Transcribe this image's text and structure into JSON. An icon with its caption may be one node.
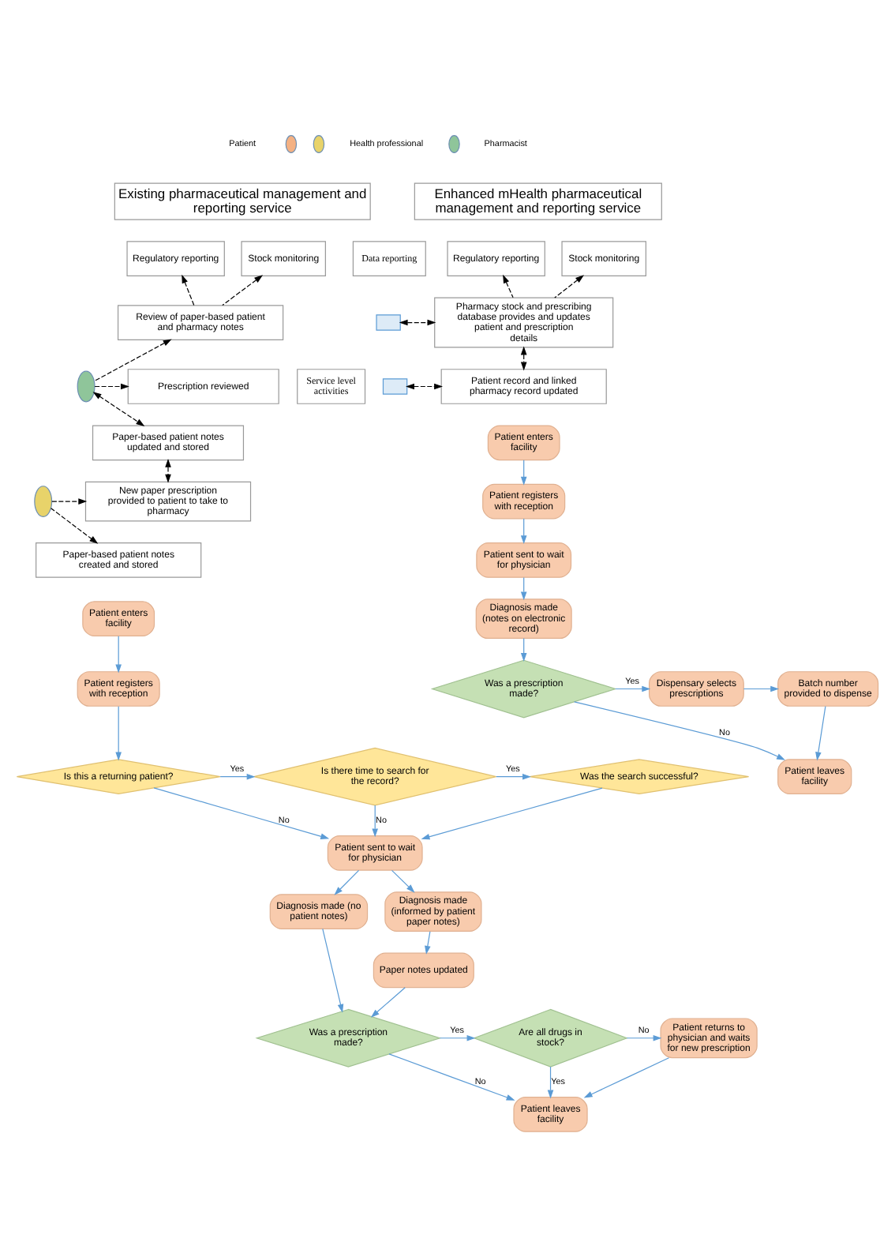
{
  "diagram": {
    "nodes": [
      {
        "text": [
          "Existing pharmaceutical management and reporting service"
        ]
      },
      {
        "text": [
          "Data reporting"
        ]
      },
      {
        "text": [
          "Regulatory reporting"
        ]
      },
      {
        "text": [
          "Stock monitoring"
        ]
      },
      {
        "text": [
          "Review of paper-based patient and pharmacy notes"
        ]
      },
      {
        "text": [
          "Service level activities"
        ]
      },
      {
        "text": [],
        "shape": "person"
      },
      {
        "text": [
          "Prescription reviewed"
        ]
      },
      {
        "text": [
          "Paper-based patient notes updated and stored"
        ]
      },
      {
        "text": [],
        "shape": "person"
      },
      {
        "text": [
          "New paper prescription provided to patient to take to pharmacy"
        ]
      },
      {
        "text": [
          "Paper-based patient notes created and stored"
        ]
      },
      {
        "text": [
          "Patient enters facility"
        ]
      },
      {
        "text": [
          "Patient registers with reception"
        ]
      },
      {
        "text": [
          "Is this a returning patient?"
        ]
      },
      {
        "text": [
          "Is there time to search for the record?"
        ]
      },
      {
        "text": [
          "Was the search successful?"
        ]
      },
      {
        "text": [
          "Patient sent to wait for physician"
        ]
      },
      {
        "text": [
          "Diagnosis made (no patient notes)"
        ]
      },
      {
        "text": [
          "Diagnosis made (informed by patient paper notes)"
        ]
      },
      {
        "text": [
          "Paper notes updated"
        ]
      },
      {
        "text": [
          "Was a prescription made?"
        ]
      },
      {
        "text": [
          "Are all drugs in stock?"
        ]
      },
      {
        "text": [
          "Patient returns to physician and waits for new prescription"
        ]
      },
      {
        "text": [
          "Patient leaves facility"
        ]
      },
      {
        "text": [
          "Enhanced mHealth pharmaceutical management and reporting service"
        ]
      },
      {
        "text": [
          "Regulatory reporting"
        ]
      },
      {
        "text": [
          "Stock monitoring"
        ]
      },
      {
        "text": [],
        "shape": "box"
      },
      {
        "text": [
          "Pharmacy stock and prescribing database provides and updates patient and prescription details"
        ]
      },
      {
        "text": [],
        "shape": "box"
      },
      {
        "text": [
          "Patient record and linked pharmacy record updated"
        ]
      },
      {
        "text": [
          "Patient enters facility"
        ]
      },
      {
        "text": [
          "Patient registers with reception"
        ]
      },
      {
        "text": [
          "Patient sent to wait for physician"
        ]
      },
      {
        "text": [
          "Diagnosis made (notes on electronic record)"
        ]
      },
      {
        "text": [
          "Was a prescription made?"
        ]
      },
      {
        "text": [
          "Dispensary selects prescriptions"
        ]
      },
      {
        "text": [
          "Batch number provided to dispense"
        ]
      },
      {
        "text": [
          "Patient leaves facility"
        ]
      }
    ],
    "edges": [
      {
        "from": 4,
        "to": 2,
        "arrow": "to",
        "style": "dashed",
        "color": "#000000"
      },
      {
        "from": 4,
        "to": 3,
        "arrow": "to",
        "style": "dashed",
        "color": "#000000"
      },
      {
        "from": 6,
        "to": 4,
        "arrow": "to",
        "style": "dashed",
        "color": "#000000"
      },
      {
        "from": 6,
        "to": 7,
        "arrow": "to",
        "style": "dashed",
        "color": "#000000"
      },
      {
        "from": 6,
        "to": 8,
        "arrow": "both",
        "style": "dashed",
        "color": "#000000"
      },
      {
        "from": 8,
        "to": 10,
        "arrow": "both",
        "style": "dashed",
        "color": "#000000"
      },
      {
        "from": 9,
        "to": 10,
        "arrow": "to",
        "style": "dashed",
        "color": "#000000"
      },
      {
        "from": 9,
        "to": 11,
        "arrow": "to",
        "style": "dashed",
        "color": "#000000"
      },
      {
        "from": 12,
        "to": 13,
        "arrow": "to"
      },
      {
        "from": 13,
        "to": 14,
        "arrow": "to"
      },
      {
        "from": 14,
        "to": 15,
        "label": "Yes",
        "arrow": "to"
      },
      {
        "from": 15,
        "to": 16,
        "label": "Yes",
        "arrow": "to"
      },
      {
        "from": 14,
        "to": 17,
        "label": "No",
        "arrow": "to"
      },
      {
        "from": 15,
        "to": 17,
        "label": "No",
        "arrow": "to"
      },
      {
        "from": 16,
        "to": 17,
        "arrow": "to"
      },
      {
        "from": 17,
        "to": 18,
        "arrow": "to"
      },
      {
        "from": 17,
        "to": 19,
        "arrow": "to"
      },
      {
        "from": 19,
        "to": 20,
        "arrow": "to"
      },
      {
        "from": 18,
        "to": 21,
        "arrow": "to"
      },
      {
        "from": 20,
        "to": 21,
        "arrow": "to"
      },
      {
        "from": 21,
        "to": 22,
        "label": "Yes",
        "arrow": "to"
      },
      {
        "from": 21,
        "to": 24,
        "label": "No",
        "arrow": "to"
      },
      {
        "from": 22,
        "to": 23,
        "label": "No",
        "arrow": "to"
      },
      {
        "from": 22,
        "to": 24,
        "label": "Yes",
        "arrow": "to"
      },
      {
        "from": 23,
        "to": 24,
        "arrow": "to"
      },
      {
        "from": 29,
        "to": 26,
        "arrow": "to",
        "style": "dashed",
        "color": "#000000"
      },
      {
        "from": 29,
        "to": 27,
        "arrow": "to",
        "style": "dashed",
        "color": "#000000"
      },
      {
        "from": 28,
        "to": 29,
        "arrow": "both",
        "style": "dashed",
        "color": "#000000"
      },
      {
        "from": 29,
        "to": 31,
        "arrow": "both",
        "style": "dashed",
        "color": "#000000"
      },
      {
        "from": 30,
        "to": 31,
        "arrow": "both",
        "style": "dashed",
        "color": "#000000"
      },
      {
        "from": 32,
        "to": 33,
        "arrow": "to"
      },
      {
        "from": 33,
        "to": 34,
        "arrow": "to"
      },
      {
        "from": 34,
        "to": 35,
        "arrow": "to"
      },
      {
        "from": 35,
        "to": 36,
        "arrow": "to"
      },
      {
        "from": 36,
        "to": 37,
        "label": "Yes",
        "arrow": "to"
      },
      {
        "from": 36,
        "to": 39,
        "label": "No",
        "arrow": "to"
      },
      {
        "from": 37,
        "to": 38,
        "arrow": "to"
      },
      {
        "from": 38,
        "to": 39,
        "arrow": "to"
      }
    ],
    "legend": [
      {
        "text": "Patient"
      },
      {
        "text": "Health professional"
      },
      {
        "text": "Pharmacist"
      }
    ]
  }
}
